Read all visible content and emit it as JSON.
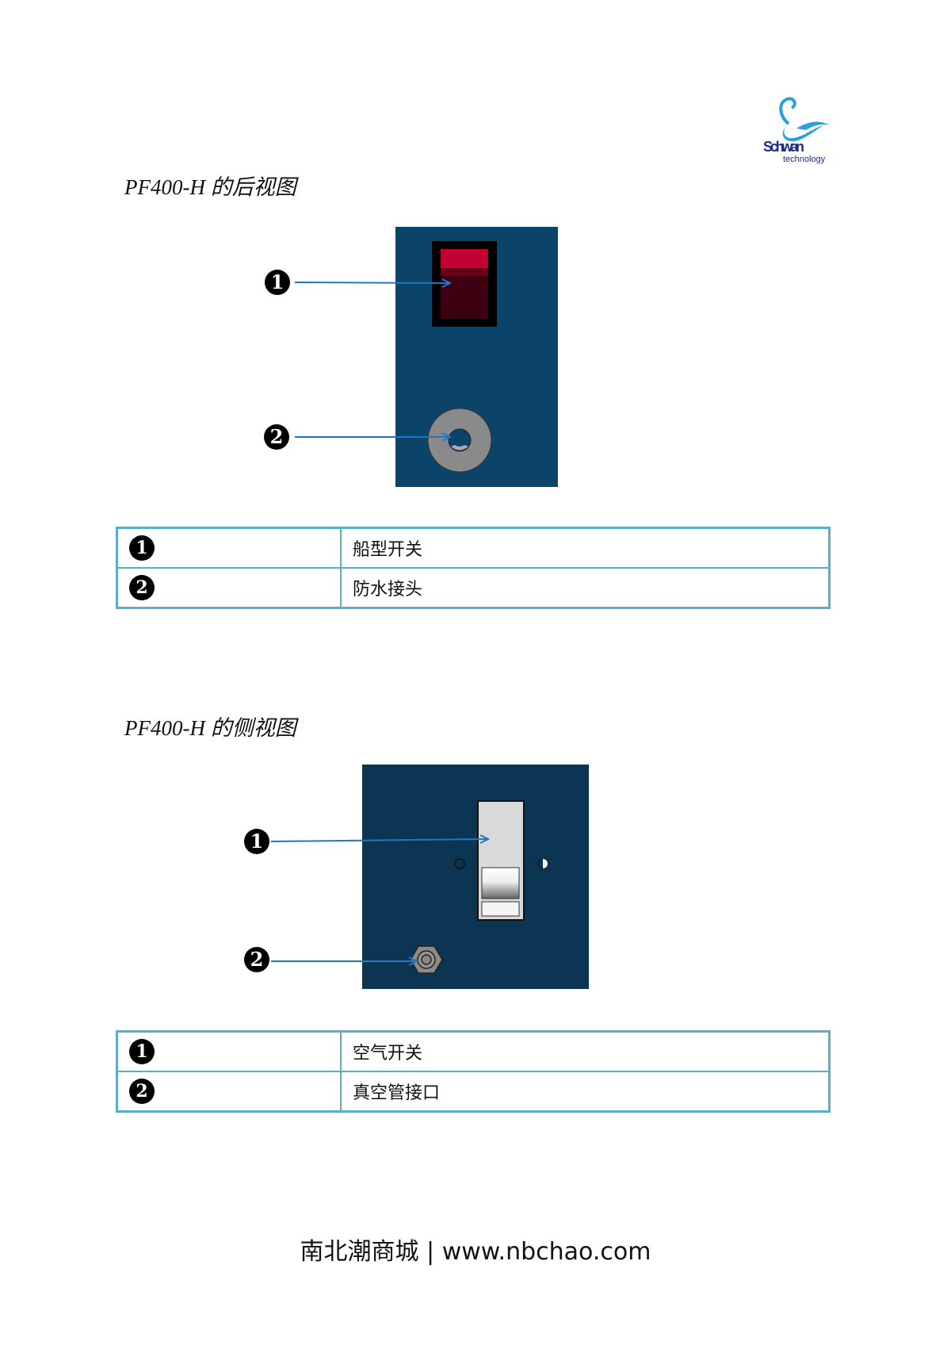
{
  "logo": {
    "brand": "Schwan",
    "tagline": "technology"
  },
  "sections": [
    {
      "title": "PF400-H 的后视图",
      "callouts": [
        "1",
        "2"
      ],
      "legend": [
        {
          "marker": "1",
          "label": "船型开关"
        },
        {
          "marker": "2",
          "label": "防水接头"
        }
      ]
    },
    {
      "title": "PF400-H 的侧视图",
      "callouts": [
        "1",
        "2"
      ],
      "legend": [
        {
          "marker": "1",
          "label": "空气开关"
        },
        {
          "marker": "2",
          "label": "真空管接口"
        }
      ]
    }
  ],
  "footer": "南北潮商城 | www.nbchao.com",
  "colors": {
    "panel_rear": "#0b4468",
    "panel_side": "#0b3552",
    "arrow": "#1a7ac8",
    "table_border": "#5aaecb"
  }
}
